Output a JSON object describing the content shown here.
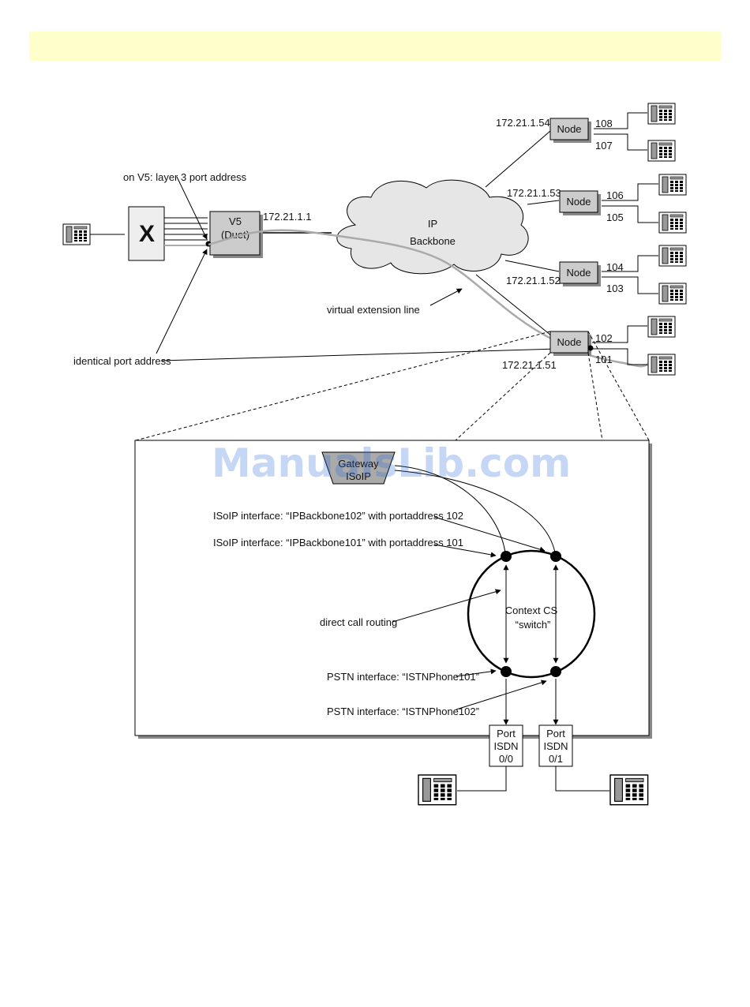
{
  "network": {
    "exchange_symbol": "X",
    "v5_label": "V5",
    "v5_sub": "(Duet)",
    "v5_ip": "172.21.1.1",
    "callout_v5": "on V5: layer 3 port address",
    "callout_identical": "identical port address",
    "callout_virtual": "virtual extension line",
    "cloud_line1": "IP",
    "cloud_line2": "Backbone",
    "node_label": "Node",
    "nodes": [
      {
        "ip": "172.21.1.54",
        "ports": [
          "108",
          "107"
        ]
      },
      {
        "ip": "172.21.1.53",
        "ports": [
          "106",
          "105"
        ]
      },
      {
        "ip": "172.21.1.52",
        "ports": [
          "104",
          "103"
        ]
      },
      {
        "ip": "172.21.1.51",
        "ports": [
          "102",
          "101"
        ]
      }
    ]
  },
  "detail": {
    "gateway_line1": "Gateway",
    "gateway_line2": "ISoIP",
    "isoip_102": "ISoIP interface: “IPBackbone102” with portaddress 102",
    "isoip_101": "ISoIP interface: “IPBackbone101” with portaddress 101",
    "direct_routing": "direct call routing",
    "context_line1": "Context CS",
    "context_line2": "“switch”",
    "pstn_101": "PSTN interface: “ISTNPhone101”",
    "pstn_102": "PSTN interface: “ISTNPhone102”",
    "port_a": [
      "Port",
      "ISDN",
      "0/0"
    ],
    "port_b": [
      "Port",
      "ISDN",
      "0/1"
    ]
  },
  "watermark": "ManualsLib.com"
}
